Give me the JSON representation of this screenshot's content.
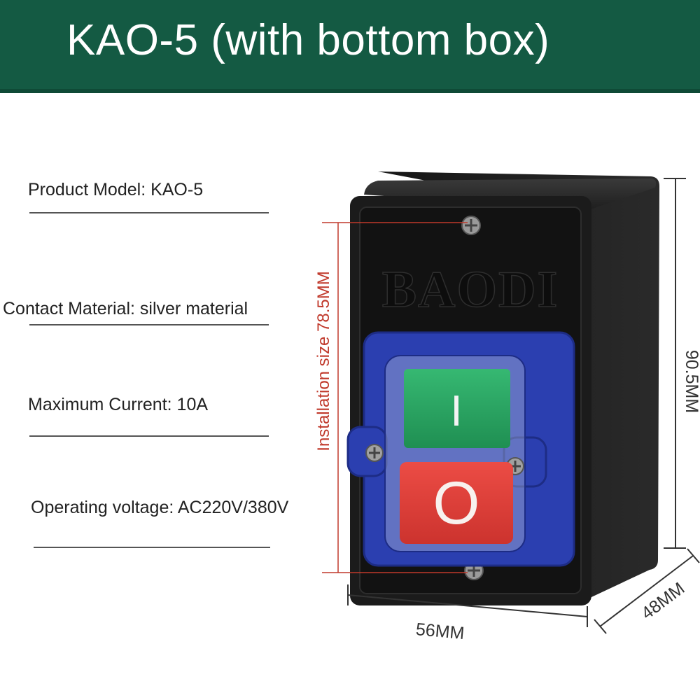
{
  "title": "KAO-5 (with bottom box)",
  "specs": {
    "model": "Product Model: KAO-5",
    "contact": "Contact Material: silver material",
    "current": "Maximum Current: 10A",
    "voltage": "Operating voltage: AC220V/380V"
  },
  "dimensions": {
    "installation": "Installation size 78.5MM",
    "height": "90.5MM",
    "width": "56MM",
    "depth": "48MM"
  },
  "product": {
    "brand_emboss": "BAODI",
    "start_symbol": "I",
    "stop_symbol": "O"
  },
  "colors": {
    "banner": "#145a43",
    "housing": "#1b1b1b",
    "cover": "#2b3fb0",
    "start_button": "#2aa565",
    "stop_button": "#e0403b",
    "dimension_red": "#c0392b"
  }
}
